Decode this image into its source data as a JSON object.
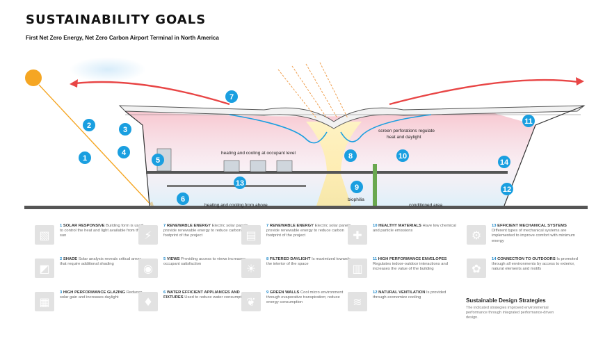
{
  "header": {
    "title": "SUSTAINABILITY GOALS",
    "subtitle": "First Net Zero Energy, Net Zero Carbon Airport Terminal in North America"
  },
  "diagram": {
    "labels": {
      "heating_cooling_occupant": "heating and cooling at occupant level",
      "screen_perforations_1": "screen perforations regulate",
      "screen_perforations_2": "heat and daylight",
      "heating_cooling_above": "heating and cooling from above",
      "biophilia": "biophilia",
      "conditioned_area": "conditioned area"
    },
    "markers": [
      "1",
      "2",
      "3",
      "4",
      "5",
      "6",
      "7",
      "8",
      "9",
      "10",
      "11",
      "12",
      "13",
      "14"
    ],
    "colors": {
      "accent": "#1a9fe0",
      "sun": "#f5a623",
      "heat_arrow": "#e84545",
      "warm_zone": "#f7c6c6",
      "cool_zone": "#bfe3f5"
    }
  },
  "legend": [
    {
      "num": "1",
      "head": "SOLAR RESPONSIVE",
      "body": "Building form is used to control the heat and light available from the sun",
      "icon": "solar-panel-icon",
      "glyph": "▧"
    },
    {
      "num": "2",
      "head": "SHADE",
      "body": "Solar analysis reveals critical areas that require additional shading",
      "icon": "shade-icon",
      "glyph": "◩"
    },
    {
      "num": "3",
      "head": "HIGH PERFORMANCE GLAZING",
      "body": "Reduces solar gain and increases daylight",
      "icon": "glazing-icon",
      "glyph": "▦"
    },
    {
      "num": "7",
      "head": "RENEWABLE ENERGY",
      "body": "Electric solar panels provide renewable energy to reduce carbon footprint of the project",
      "icon": "renewable-energy-icon",
      "glyph": "⚡"
    },
    {
      "num": "5",
      "head": "VIEWS",
      "body": "Providing access to views increases occupant satisfaction",
      "icon": "eye-icon",
      "glyph": "◉"
    },
    {
      "num": "6",
      "head": "WATER EFFICIENT APPLIANCES AND FIXTURES",
      "body": "Used to reduce water consumption",
      "icon": "water-drop-icon",
      "glyph": "♦"
    },
    {
      "num": "7",
      "head": "RENEWABLE ENERGY",
      "body": "Electric solar panels provide renewable energy to reduce carbon footprint of the project",
      "icon": "solar-array-icon",
      "glyph": "▤"
    },
    {
      "num": "8",
      "head": "FILTERED DAYLIGHT",
      "body": "Is maximized towards the interior of the space",
      "icon": "sun-icon",
      "glyph": "☀"
    },
    {
      "num": "9",
      "head": "GREEN WALLS",
      "body": "Cool micro environment through evaporative transpiration; reduce energy consumption",
      "icon": "green-wall-icon",
      "glyph": "❦"
    },
    {
      "num": "10",
      "head": "HEALTHY MATERIALS",
      "body": "Have low chemical and particle emissions",
      "icon": "plus-icon",
      "glyph": "✚"
    },
    {
      "num": "11",
      "head": "HIGH PERFORMANCE ENVELOPES",
      "body": "Regulates indoor-outdoor interactions and increases the value of the building",
      "icon": "envelope-icon",
      "glyph": "▥"
    },
    {
      "num": "12",
      "head": "NATURAL VENTILATION",
      "body": "Is provided through economize cooling",
      "icon": "ventilation-icon",
      "glyph": "≋"
    },
    {
      "num": "13",
      "head": "EFFICIENT MECHANICAL SYSTEMS",
      "body": "Different types of mechanical systems are implemented to improve comfort with minimum energy",
      "icon": "gears-icon",
      "glyph": "⚙"
    },
    {
      "num": "14",
      "head": "CONNECTION TO OUTDOORS",
      "body": "Is promoted through all environments by access to exterior, natural elements and motifs",
      "icon": "outdoors-icon",
      "glyph": "✿"
    }
  ],
  "footer": {
    "heading": "Sustainable Design Strategies",
    "note": "The indicated strategies improved environmental performance through integrated performance-driven design."
  }
}
